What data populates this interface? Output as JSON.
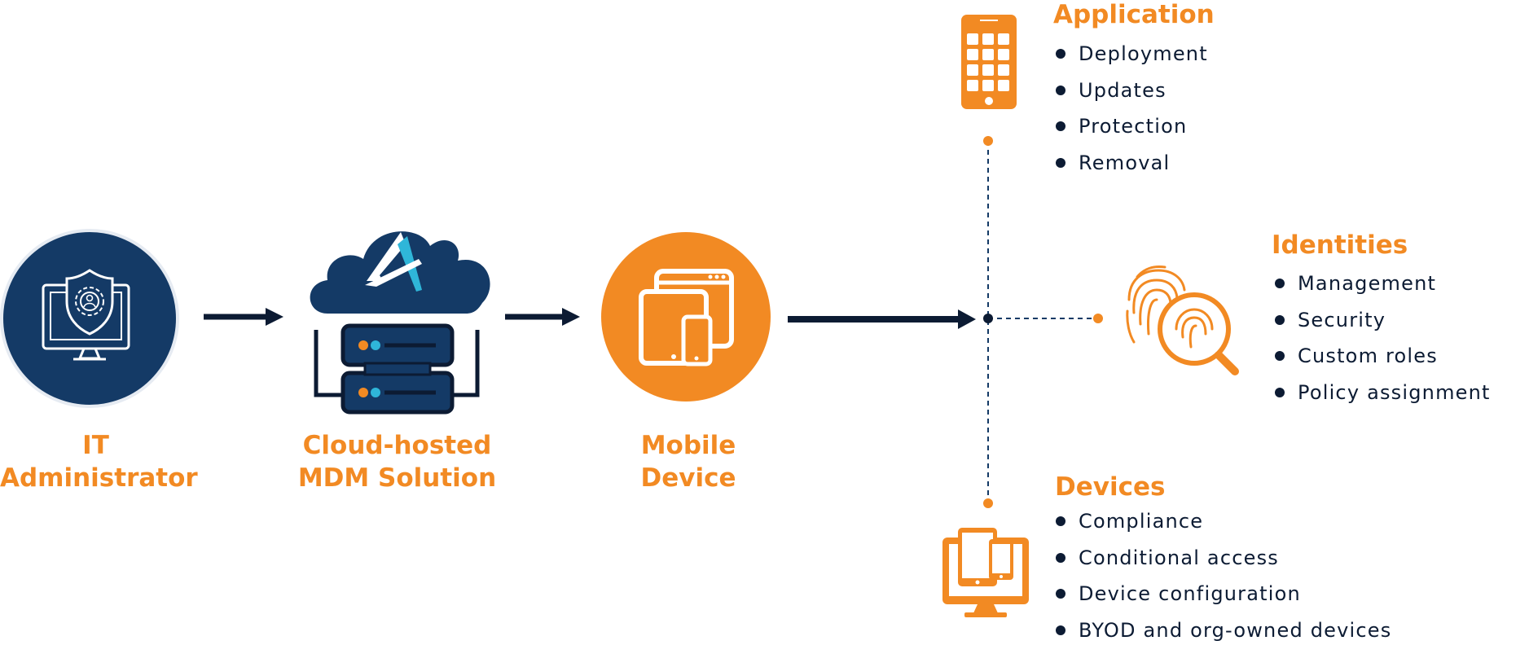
{
  "colors": {
    "navy": "#143a66",
    "dark": "#0c1b33",
    "orange": "#f28a23",
    "cyan": "#2fb6d9",
    "white": "#ffffff"
  },
  "nodes": {
    "admin": {
      "line1": "IT",
      "line2": "Administrator",
      "icon": "monitor-shield-gear-icon"
    },
    "mdm": {
      "line1": "Cloud-hosted",
      "line2": "MDM Solution",
      "icon": "cloud-server-icon"
    },
    "mobile": {
      "line1": "Mobile",
      "line2": "Device",
      "icon": "tablet-phone-icon"
    }
  },
  "categories": {
    "application": {
      "title": "Application",
      "icon": "smartphone-apps-icon",
      "items": [
        "Deployment",
        "Updates",
        "Protection",
        "Removal"
      ]
    },
    "identities": {
      "title": "Identities",
      "icon": "fingerprint-search-icon",
      "items": [
        "Management",
        "Security",
        "Custom roles",
        "Policy assignment"
      ]
    },
    "devices": {
      "title": "Devices",
      "icon": "multi-device-icon",
      "items": [
        "Compliance",
        "Conditional access",
        "Device configuration",
        "BYOD and org-owned devices"
      ]
    }
  }
}
